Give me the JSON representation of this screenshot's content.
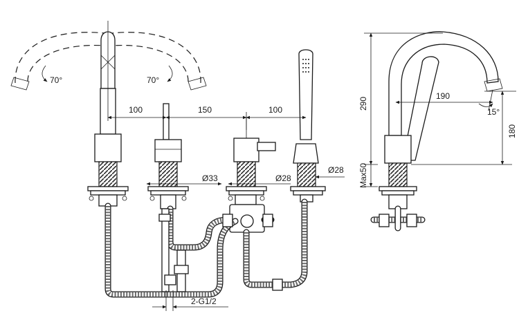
{
  "front_view": {
    "swivel_angle_left": "70°",
    "swivel_angle_right": "70°",
    "spacing_spout_to_valve": "100",
    "spacing_valve_to_valve": "150",
    "spacing_valve_to_handshower": "100",
    "diameter_valve": "Ø33",
    "diameter_diverter": "Ø28",
    "diameter_handshower_holder": "Ø28",
    "inlet_connection": "2-G1/2"
  },
  "side_view": {
    "total_height": "290",
    "spout_reach": "190",
    "spout_outlet_height": "180",
    "max_deck_thickness": "Max50",
    "outlet_angle": "15°"
  }
}
